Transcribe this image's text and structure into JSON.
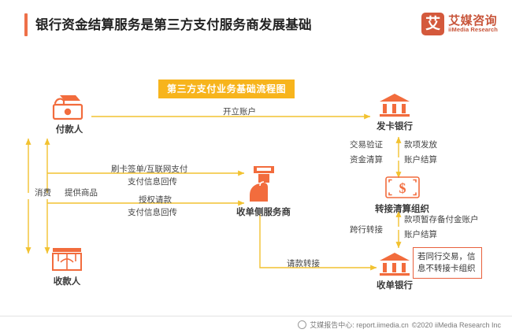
{
  "header": {
    "title": "银行资金结算服务是第三方支付服务商发展基础",
    "accent_color": "#EE7049",
    "logo": {
      "mark": "艾",
      "name_cn": "艾媒咨询",
      "name_en": "iiMedia Research",
      "color": "#C8553A"
    }
  },
  "diagram": {
    "banner": "第三方支付业务基础流程图",
    "banner_color": "#F7B41C",
    "arrow_color": "#F2C230",
    "icon_color": "#F26C3D",
    "nodes": {
      "payer": "付款人",
      "payee": "收款人",
      "acquirer_service_provider": "收单侧服务商",
      "issuing_bank": "发卡银行",
      "clearing_org": "转接清算组织",
      "acquiring_bank": "收单银行"
    },
    "labels": {
      "open_account": "开立账户",
      "consume": "消费",
      "provide_goods": "提供商品",
      "card_swipe_online_pay": "刷卡签单/互联网支付",
      "pay_info_return_1": "支付信息回传",
      "authorize_request": "授权请款",
      "pay_info_return_2": "支付信息回传",
      "request_transfer": "请款转接",
      "transaction_verify": "交易验证",
      "fund_clearing": "资金清算",
      "fund_release": "款项发放",
      "account_settle_1": "账户结算",
      "interbank_switch": "跨行转接",
      "reserve_account": "款项暂存备付金账户",
      "account_settle_2": "账户结算"
    },
    "note": "若同行交易，信息不转接卡组织",
    "note_border_color": "#E8603C"
  },
  "footer": {
    "source_label": "艾媒报告中心: report.iimedia.cn",
    "copyright": "©2020  iiMedia Research Inc"
  }
}
